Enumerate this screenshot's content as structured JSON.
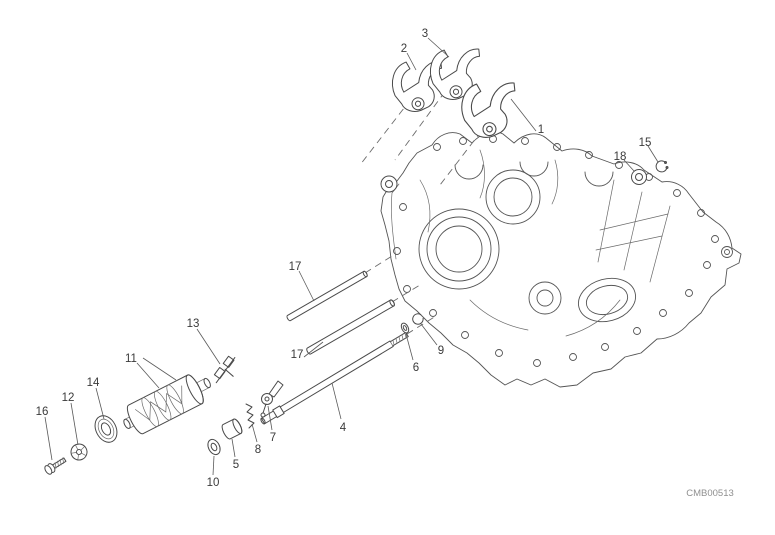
{
  "diagram": {
    "watermark": "CMB00513",
    "callouts": [
      {
        "label": "2"
      },
      {
        "label": "3"
      },
      {
        "label": "1"
      },
      {
        "label": "15"
      },
      {
        "label": "18"
      },
      {
        "label": "17"
      },
      {
        "label": "13"
      },
      {
        "label": "11"
      },
      {
        "label": "14"
      },
      {
        "label": "12"
      },
      {
        "label": "16"
      },
      {
        "label": "17"
      },
      {
        "label": "9"
      },
      {
        "label": "6"
      },
      {
        "label": "4"
      },
      {
        "label": "7"
      },
      {
        "label": "8"
      },
      {
        "label": "5"
      },
      {
        "label": "10"
      }
    ]
  },
  "colors": {
    "line": "#4a4a4a",
    "case_line": "#555555",
    "label": "#3a3a3a",
    "dashed": "#6b6b6b",
    "watermark": "#8f8f8f",
    "background": "#ffffff"
  }
}
